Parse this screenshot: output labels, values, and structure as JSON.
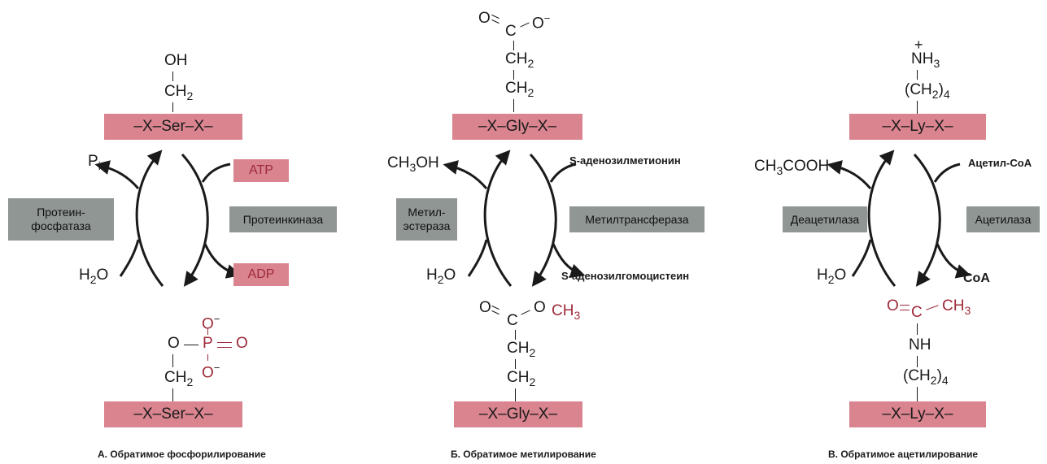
{
  "panelA": {
    "top": {
      "oh": "OH",
      "ch2": "CH",
      "sub2": "2"
    },
    "peptide_top": "–X–Ser–X–",
    "pi": "P",
    "pi_sub": "i",
    "atp": "ATP",
    "adp": "ADP",
    "water": "H",
    "water_sub": "2",
    "water_o": "O",
    "enzyme_left": "Протеин-\nфосфатаза",
    "enzyme_right": "Протеинкиназа",
    "phosphate": {
      "o_minus_top": "O",
      "charge": "−",
      "o_left": "O",
      "p": "P",
      "o_right": "O",
      "o_minus_bottom": "O"
    },
    "ch2_bottom": "CH",
    "sub2_bottom": "2",
    "peptide_bottom": "–X–Ser–X–",
    "caption": "А. Обратимое фосфорилирование"
  },
  "panelB": {
    "carboxyl": {
      "o_left": "O",
      "c": "C",
      "o_right": "O",
      "charge": "−"
    },
    "ch2a": "CH",
    "ch2b": "CH",
    "sub2": "2",
    "peptide_top": "–X–Gly–X–",
    "methanol": "CH",
    "methanol_sub": "3",
    "methanol_end": "OH",
    "sam": "S-аденозилметионин",
    "sah": "S-аденозилгомоцистеин",
    "water": "H",
    "water_sub": "2",
    "water_o": "O",
    "enzyme_left": "Метил-\nэстераза",
    "enzyme_right": "Метилтрансфераза",
    "ester": {
      "o_left": "O",
      "c": "C",
      "o_right": "O",
      "ch3": "CH",
      "ch3_sub": "3"
    },
    "peptide_bottom": "–X–Gly–X–",
    "caption": "Б. Обратимое метилирование"
  },
  "panelC": {
    "plus": "+",
    "nh3": "NH",
    "nh3_sub": "3",
    "ch2_4": "(CH",
    "ch2_sub": "2",
    "ch2_paren": ")",
    "ch2_4_sub": "4",
    "peptide_top": "–X–Ly–X–",
    "acetic": "CH",
    "acetic_sub": "3",
    "acetic_end": "COOH",
    "acetylcoa": "Ацетил-CoA",
    "coa": "CoA",
    "water": "H",
    "water_sub": "2",
    "water_o": "O",
    "enzyme_left": "Деацетилаза",
    "enzyme_right": "Ацетилаза",
    "acetyl": {
      "o": "O",
      "c": "C",
      "ch3": "CH",
      "ch3_sub": "3"
    },
    "nh": "NH",
    "peptide_bottom": "–X–Ly–X–",
    "caption": "В. Обратимое ацетилирование"
  },
  "colors": {
    "peptide": "#d9848f",
    "enzyme": "#8f9693",
    "red_text": "#9e2a3a"
  }
}
